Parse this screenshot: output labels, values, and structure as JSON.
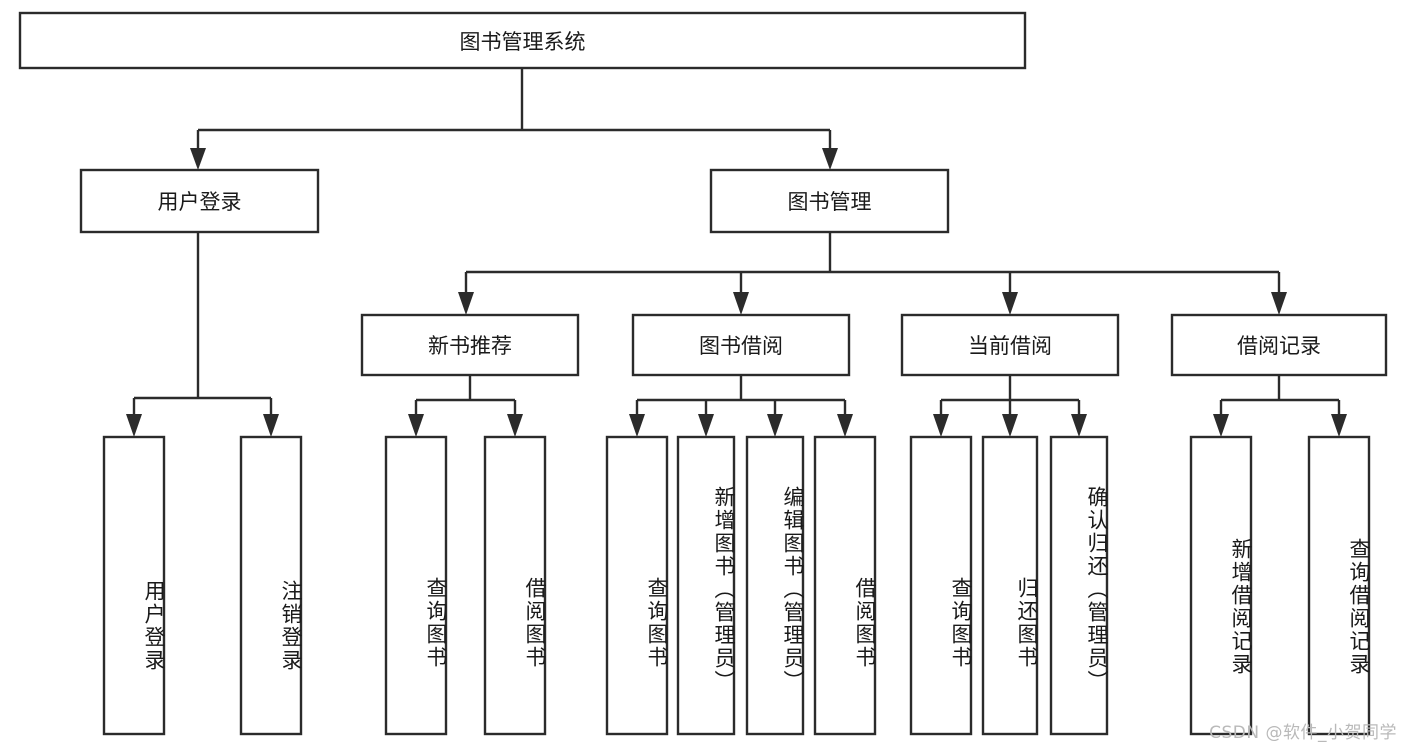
{
  "diagram": {
    "type": "hierarchy-tree",
    "title": "图书管理系统",
    "watermark": "CSDN @软件_小贺同学",
    "colors": {
      "box_stroke": "#2b2b2b",
      "box_fill": "#ffffff",
      "text": "#1a1a1a",
      "background": "#ffffff",
      "watermark": "#b9b9b9"
    },
    "root": {
      "label": "图书管理系统"
    },
    "level2": [
      {
        "label": "用户登录"
      },
      {
        "label": "图书管理"
      }
    ],
    "level3": [
      {
        "label": "新书推荐"
      },
      {
        "label": "图书借阅"
      },
      {
        "label": "当前借阅"
      },
      {
        "label": "借阅记录"
      }
    ],
    "leaves": [
      {
        "label": "用户登录",
        "parent": "用户登录"
      },
      {
        "label": "注销登录",
        "parent": "用户登录"
      },
      {
        "label": "查询图书",
        "parent": "新书推荐"
      },
      {
        "label": "借阅图书",
        "parent": "新书推荐"
      },
      {
        "label": "查询图书",
        "parent": "图书借阅"
      },
      {
        "label": "新增图书（管理员）",
        "parent": "图书借阅"
      },
      {
        "label": "编辑图书（管理员）",
        "parent": "图书借阅"
      },
      {
        "label": "借阅图书",
        "parent": "图书借阅"
      },
      {
        "label": "查询图书",
        "parent": "当前借阅"
      },
      {
        "label": "归还图书",
        "parent": "当前借阅"
      },
      {
        "label": "确认归还（管理员）",
        "parent": "当前借阅"
      },
      {
        "label": "新增借阅记录",
        "parent": "借阅记录"
      },
      {
        "label": "查询借阅记录",
        "parent": "借阅记录"
      }
    ]
  }
}
